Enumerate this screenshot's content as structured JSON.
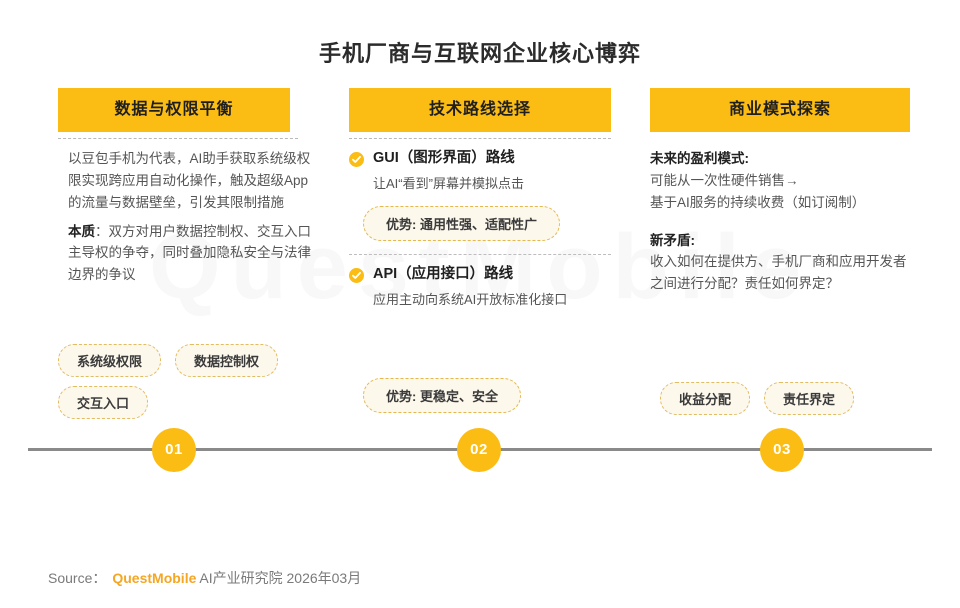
{
  "page": {
    "title": "手机厂商与互联网企业核心博弈",
    "watermark": "QuestMobile"
  },
  "columns": [
    {
      "id": "data-permission-balance",
      "header": "数据与权限平衡",
      "paragraphs": [
        "以豆包手机为代表，AI助手获取系统级权限实现跨应用自动化操作，触及超级App的流量与数据壁垒，引发其限制措施",
        "双方对用户数据控制权、交互入口主导权的争夺，同时叠加隐私安全与法律边界的争议"
      ],
      "paragraph_2_lead": "本质",
      "tags": [
        "系统级权限",
        "数据控制权",
        "交互入口"
      ]
    },
    {
      "id": "tech-route-choice",
      "header": "技术路线选择",
      "routes": [
        {
          "icon": "check-circle-icon",
          "title": "GUI（图形界面）路线",
          "desc": "让AI“看到”屏幕并模拟点击",
          "advantage": "优势: 通用性强、适配性广"
        },
        {
          "icon": "check-circle-icon",
          "title": "API（应用接口）路线",
          "desc": "应用主动向系统AI开放标准化接口",
          "advantage": "优势: 更稳定、安全"
        }
      ]
    },
    {
      "id": "business-model-exploration",
      "header": "商业模式探索",
      "blocks": [
        {
          "lead": "未来的盈利模式:",
          "lines": [
            "可能从一次性硬件销售→",
            "基于AI服务的持续收费（如订阅制）"
          ]
        },
        {
          "lead": "新矛盾:",
          "lines": [
            "收入如何在提供方、手机厂商和应用开发者之间进行分配？责任如何界定？"
          ]
        }
      ],
      "tags": [
        "收益分配",
        "责任界定"
      ]
    }
  ],
  "timeline": {
    "nodes": [
      "01",
      "02",
      "03"
    ]
  },
  "footer": {
    "label": "Source：",
    "brand": "QuestMobile",
    "suffix": "AI产业研究院 2026年03月"
  },
  "colors": {
    "accent": "#FBBC13",
    "brand": "#F5A623",
    "pill_bg": "#fdf8ec",
    "pill_border": "#e2bc63",
    "timeline": "#8a8a8a"
  }
}
